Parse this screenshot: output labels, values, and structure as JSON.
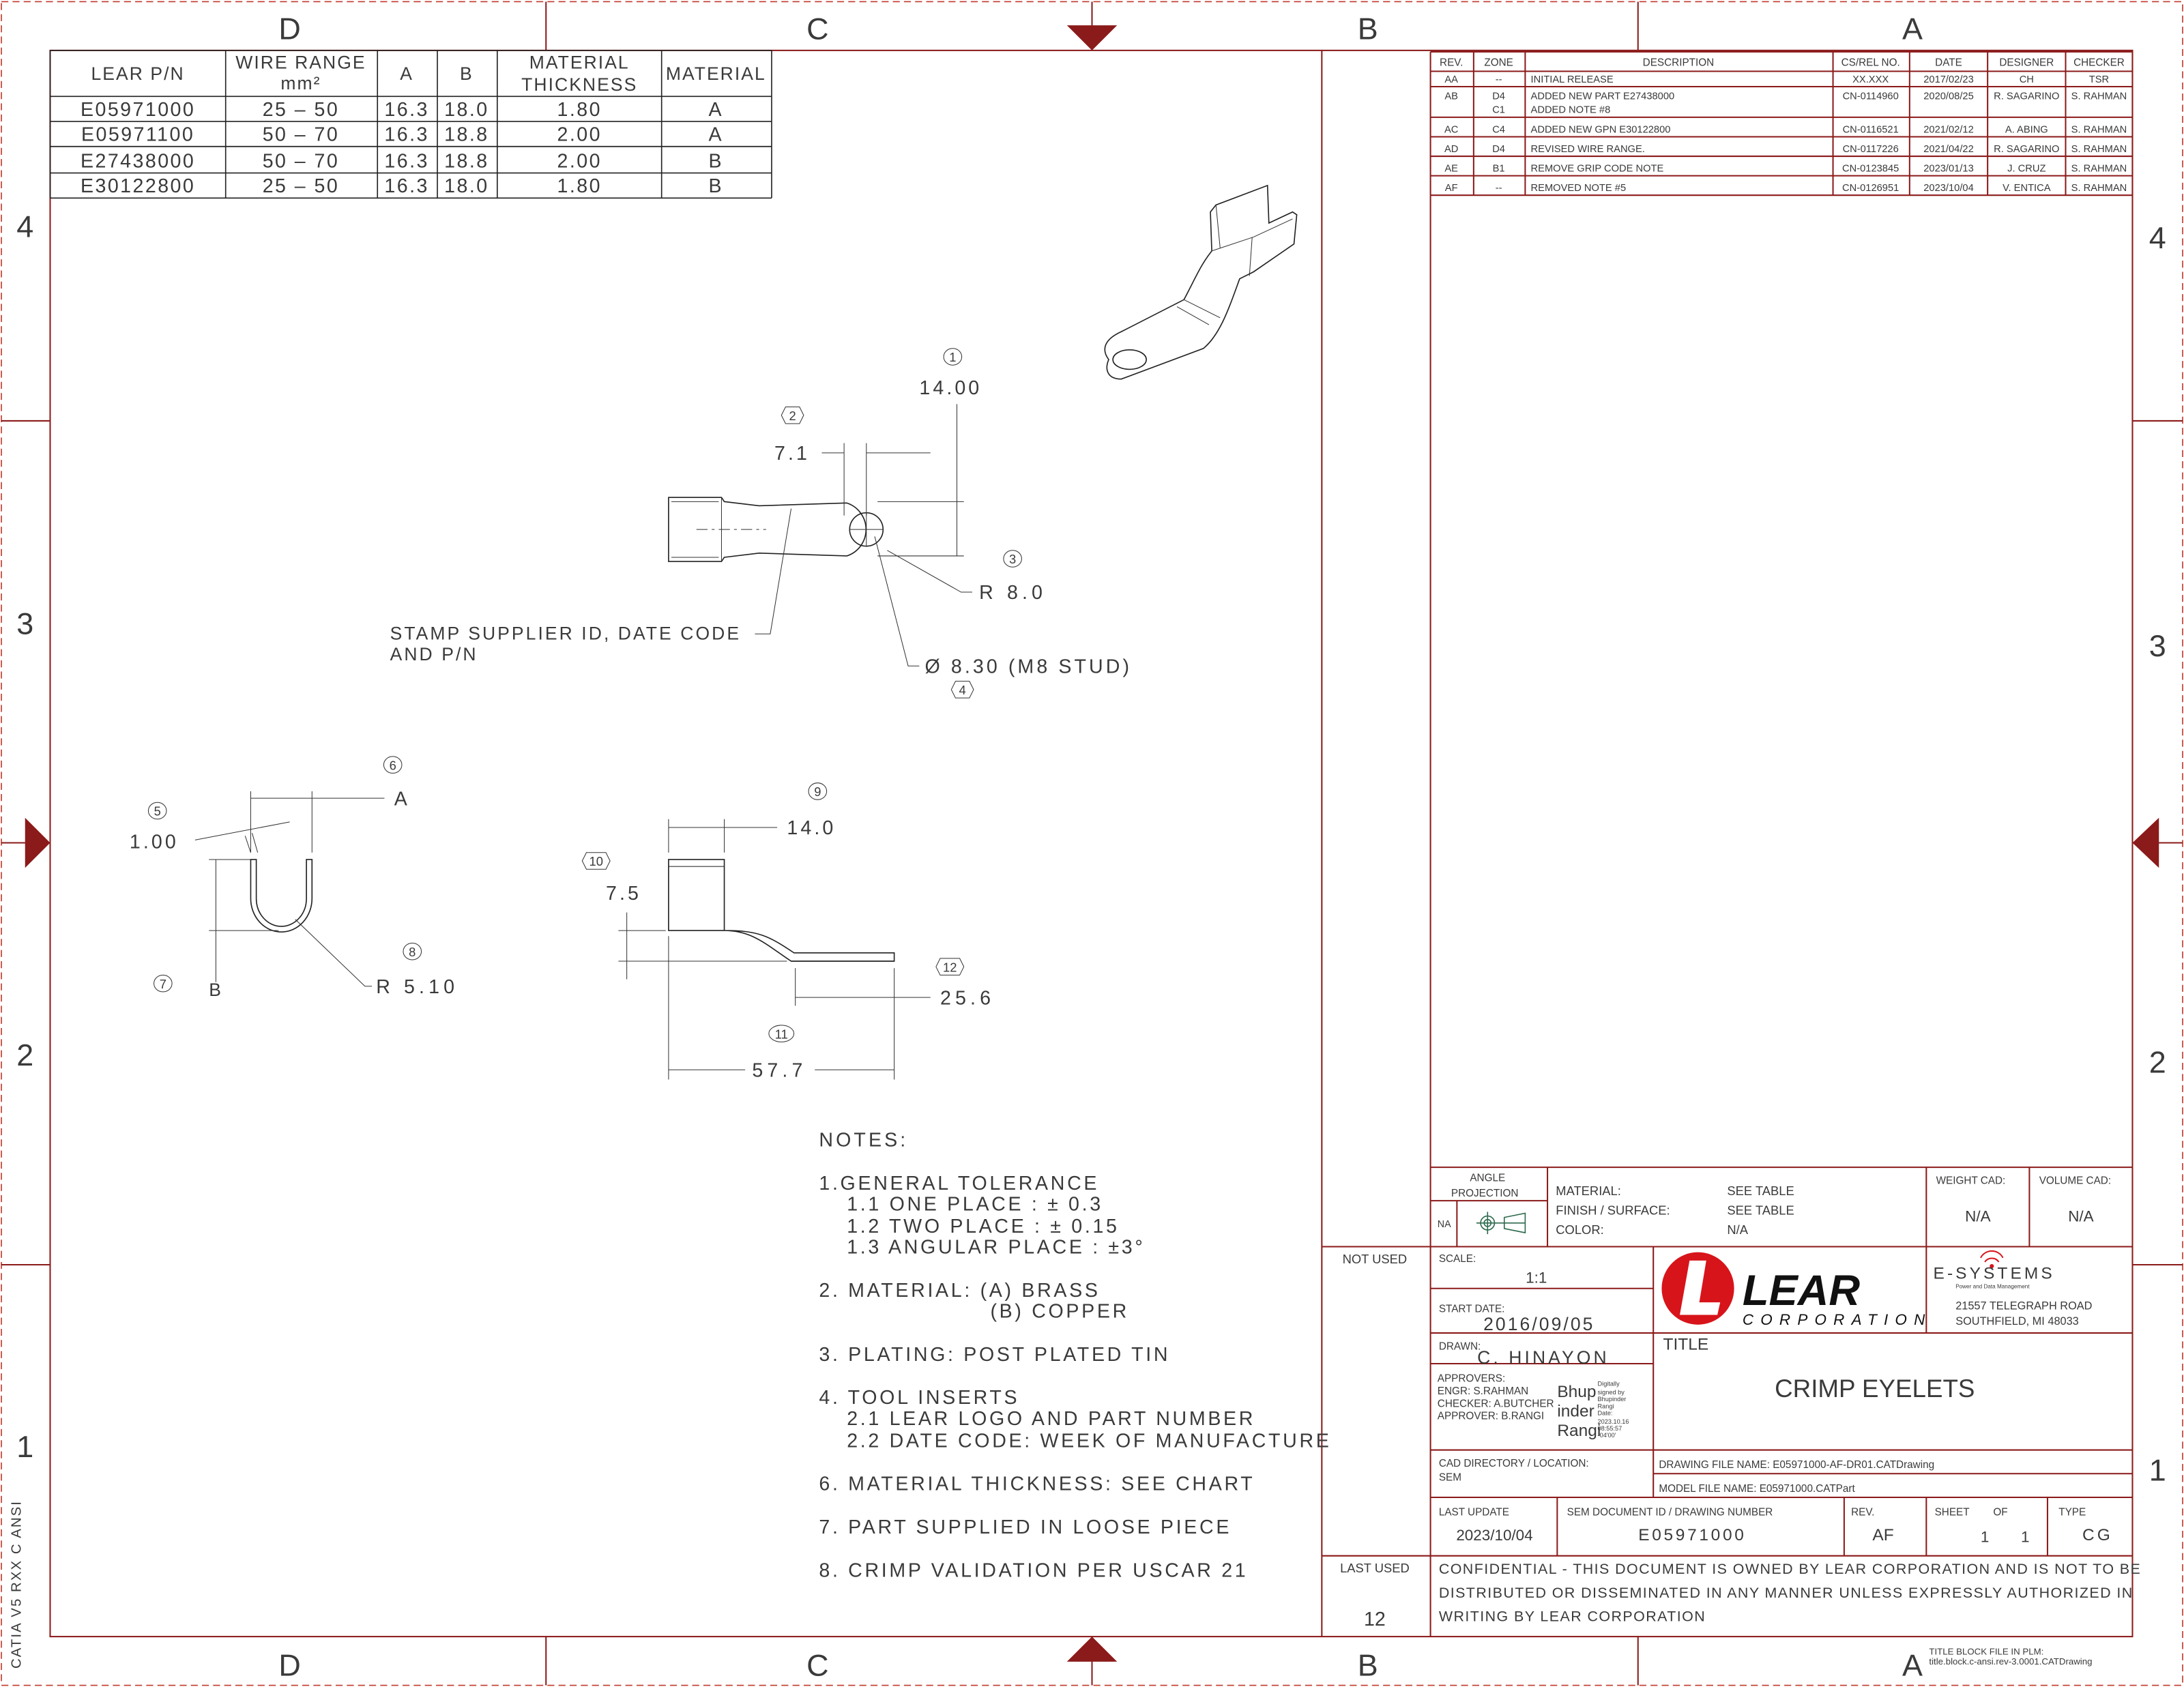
{
  "frame": {
    "columns": [
      "D",
      "C",
      "B",
      "A"
    ],
    "rows": [
      "4",
      "3",
      "2",
      "1"
    ],
    "side_label": "CATIA V5 RXX C ANSI",
    "plm_label": "TITLE BLOCK FILE IN PLM:",
    "plm_file": "title.block.c-ansi.rev-3.0001.CATDrawing",
    "border_color": "#c0392b",
    "marker_color": "#8b1a1a"
  },
  "part_table": {
    "headers": {
      "lear_pn": "LEAR P/N",
      "wire_range": "WIRE RANGE",
      "wire_unit": "mm²",
      "a": "A",
      "b": "B",
      "thickness_1": "MATERIAL",
      "thickness_2": "THICKNESS",
      "material": "MATERIAL"
    },
    "rows": [
      [
        "E05971000",
        "25 – 50",
        "16.3",
        "18.0",
        "1.80",
        "A"
      ],
      [
        "E05971100",
        "50 – 70",
        "16.3",
        "18.8",
        "2.00",
        "A"
      ],
      [
        "E27438000",
        "50 – 70",
        "16.3",
        "18.8",
        "2.00",
        "B"
      ],
      [
        "E30122800",
        "25 – 50",
        "16.3",
        "18.0",
        "1.80",
        "B"
      ]
    ]
  },
  "revision_table": {
    "headers": [
      "REV.",
      "ZONE",
      "DESCRIPTION",
      "CS/REL NO.",
      "DATE",
      "DESIGNER",
      "CHECKER"
    ],
    "rows": [
      {
        "rev": "AA",
        "zone": "--",
        "zone2": "",
        "desc": "INITIAL RELEASE",
        "desc2": "",
        "cs": "XX.XXX",
        "date": "2017/02/23",
        "designer": "CH",
        "checker": "TSR"
      },
      {
        "rev": "AB",
        "zone": "D4",
        "zone2": "C1",
        "desc": "ADDED NEW PART E27438000",
        "desc2": "ADDED NOTE #8",
        "cs": "CN-0114960",
        "date": "2020/08/25",
        "designer": "R. SAGARINO",
        "checker": "S. RAHMAN"
      },
      {
        "rev": "AC",
        "zone": "C4",
        "zone2": "",
        "desc": "ADDED NEW GPN E30122800",
        "desc2": "",
        "cs": "CN-0116521",
        "date": "2021/02/12",
        "designer": "A. ABING",
        "checker": "S. RAHMAN"
      },
      {
        "rev": "AD",
        "zone": "D4",
        "zone2": "",
        "desc": "REVISED WIRE RANGE.",
        "desc2": "",
        "cs": "CN-0117226",
        "date": "2021/04/22",
        "designer": "R. SAGARINO",
        "checker": "S. RAHMAN"
      },
      {
        "rev": "AE",
        "zone": "B1",
        "zone2": "",
        "desc": "REMOVE GRIP CODE NOTE",
        "desc2": "",
        "cs": "CN-0123845",
        "date": "2023/01/13",
        "designer": "J. CRUZ",
        "checker": "S. RAHMAN"
      },
      {
        "rev": "AF",
        "zone": "--",
        "zone2": "",
        "desc": "REMOVED NOTE #5",
        "desc2": "",
        "cs": "CN-0126951",
        "date": "2023/10/04",
        "designer": "V. ENTICA",
        "checker": "S. RAHMAN"
      }
    ]
  },
  "drawing": {
    "top_view": {
      "dim_14": "14.00",
      "dim_71": "7.1",
      "dim_r8": "R 8.0",
      "dim_hole": "Ø 8.30  (M8 STUD)",
      "stamp_note_1": "STAMP SUPPLIER ID, DATE CODE",
      "stamp_note_2": "AND P/N"
    },
    "end_view": {
      "dim_100": "1.00",
      "dim_a": "A",
      "dim_b": "B",
      "dim_r510": "R 5.10"
    },
    "side_view": {
      "dim_140": "14.0",
      "dim_75": "7.5",
      "dim_256": "25.6",
      "dim_577": "57.7"
    },
    "balloons": [
      "1",
      "2",
      "3",
      "4",
      "5",
      "6",
      "7",
      "8",
      "9",
      "10",
      "11",
      "12"
    ]
  },
  "notes": {
    "heading": "NOTES:",
    "lines": [
      "1.GENERAL TOLERANCE",
      "1.1 ONE PLACE  : ± 0.3",
      "1.2 TWO PLACE  : ± 0.15",
      "1.3 ANGULAR PLACE : ±3°",
      "2. MATERIAL: (A) BRASS",
      "(B) COPPER",
      "3. PLATING: POST PLATED TIN",
      "4. TOOL INSERTS",
      "2.1 LEAR LOGO AND PART NUMBER",
      "2.2 DATE CODE: WEEK OF MANUFACTURE",
      "6. MATERIAL THICKNESS: SEE CHART",
      "7. PART SUPPLIED IN LOOSE PIECE",
      "8. CRIMP VALIDATION PER USCAR 21"
    ]
  },
  "title_block": {
    "angle_projection": "ANGLE",
    "angle_projection_2": "PROJECTION",
    "na": "NA",
    "material_label": "MATERIAL:",
    "material_value": "SEE TABLE",
    "finish_label": "FINISH / SURFACE:",
    "finish_value": "SEE TABLE",
    "color_label": "COLOR:",
    "color_value": "N/A",
    "weight_label": "WEIGHT CAD:",
    "weight_value": "N/A",
    "volume_label": "VOLUME CAD:",
    "volume_value": "N/A",
    "not_used": "NOT USED",
    "last_used": "LAST USED",
    "last_used_value": "12",
    "scale_label": "SCALE:",
    "scale_value": "1:1",
    "start_date_label": "START DATE:",
    "start_date_value": "2016/09/05",
    "drawn_label": "DRAWN:",
    "drawn_value": "C. HINAYON",
    "approvers_label": "APPROVERS:",
    "engr": "ENGR: S.RAHMAN",
    "checker": "CHECKER: A.BUTCHER",
    "approver": "APPROVER: B.RANGI",
    "signature": [
      "Bhup",
      "inder",
      "Rangi"
    ],
    "signature_note": [
      "Digitally",
      "signed by",
      "Bhupinder",
      "Rangi",
      "Date:",
      "2023.10.16",
      "08:55:57",
      "-04'00'"
    ],
    "logo_main": "LEAR",
    "logo_sub": "CORPORATION",
    "logo_color": "#d7141a",
    "esystems": "E-SYSTEMS",
    "esystems_sub": "Power and Data Management",
    "address_1": "21557 TELEGRAPH ROAD",
    "address_2": "SOUTHFIELD, MI  48033",
    "title_label": "TITLE",
    "title_value": "CRIMP EYELETS",
    "cad_dir_label": "CAD DIRECTORY / LOCATION:",
    "cad_dir_value": "SEM",
    "drawing_file": "DRAWING FILE NAME: E05971000-AF-DR01.CATDrawing",
    "model_file": "MODEL FILE NAME: E05971000.CATPart",
    "last_update_label": "LAST UPDATE",
    "last_update_value": "2023/10/04",
    "doc_id_label": "SEM DOCUMENT ID / DRAWING NUMBER",
    "doc_id_value": "E05971000",
    "rev_label": "REV.",
    "rev_value": "AF",
    "sheet_label": "SHEET",
    "of_label": "OF",
    "sheet_value": "1",
    "of_value": "1",
    "type_label": "TYPE",
    "type_value": "CG",
    "confidential": [
      "CONFIDENTIAL - THIS DOCUMENT IS OWNED BY LEAR CORPORATION AND IS NOT TO BE",
      "DISTRIBUTED OR DISSEMINATED IN ANY MANNER UNLESS EXPRESSLY AUTHORIZED IN",
      "WRITING BY LEAR CORPORATION"
    ]
  }
}
